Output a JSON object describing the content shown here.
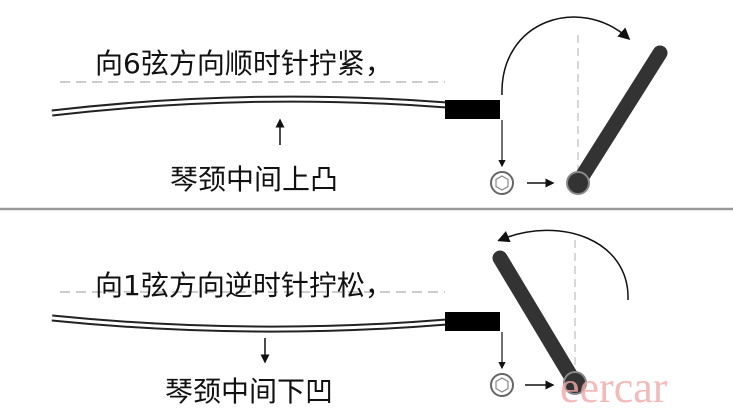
{
  "top": {
    "instruction": "向6弦方向顺时针拧紧，",
    "result": "琴颈中间上凸"
  },
  "bottom": {
    "instruction": "向1弦方向逆时针拧松，",
    "result": "琴颈中间下凹"
  },
  "watermark": "eercar",
  "colors": {
    "ink": "#111111",
    "wrench": "#3a3a3a",
    "divider": "#9a9a9a",
    "watermark": "#f2a8a8"
  }
}
